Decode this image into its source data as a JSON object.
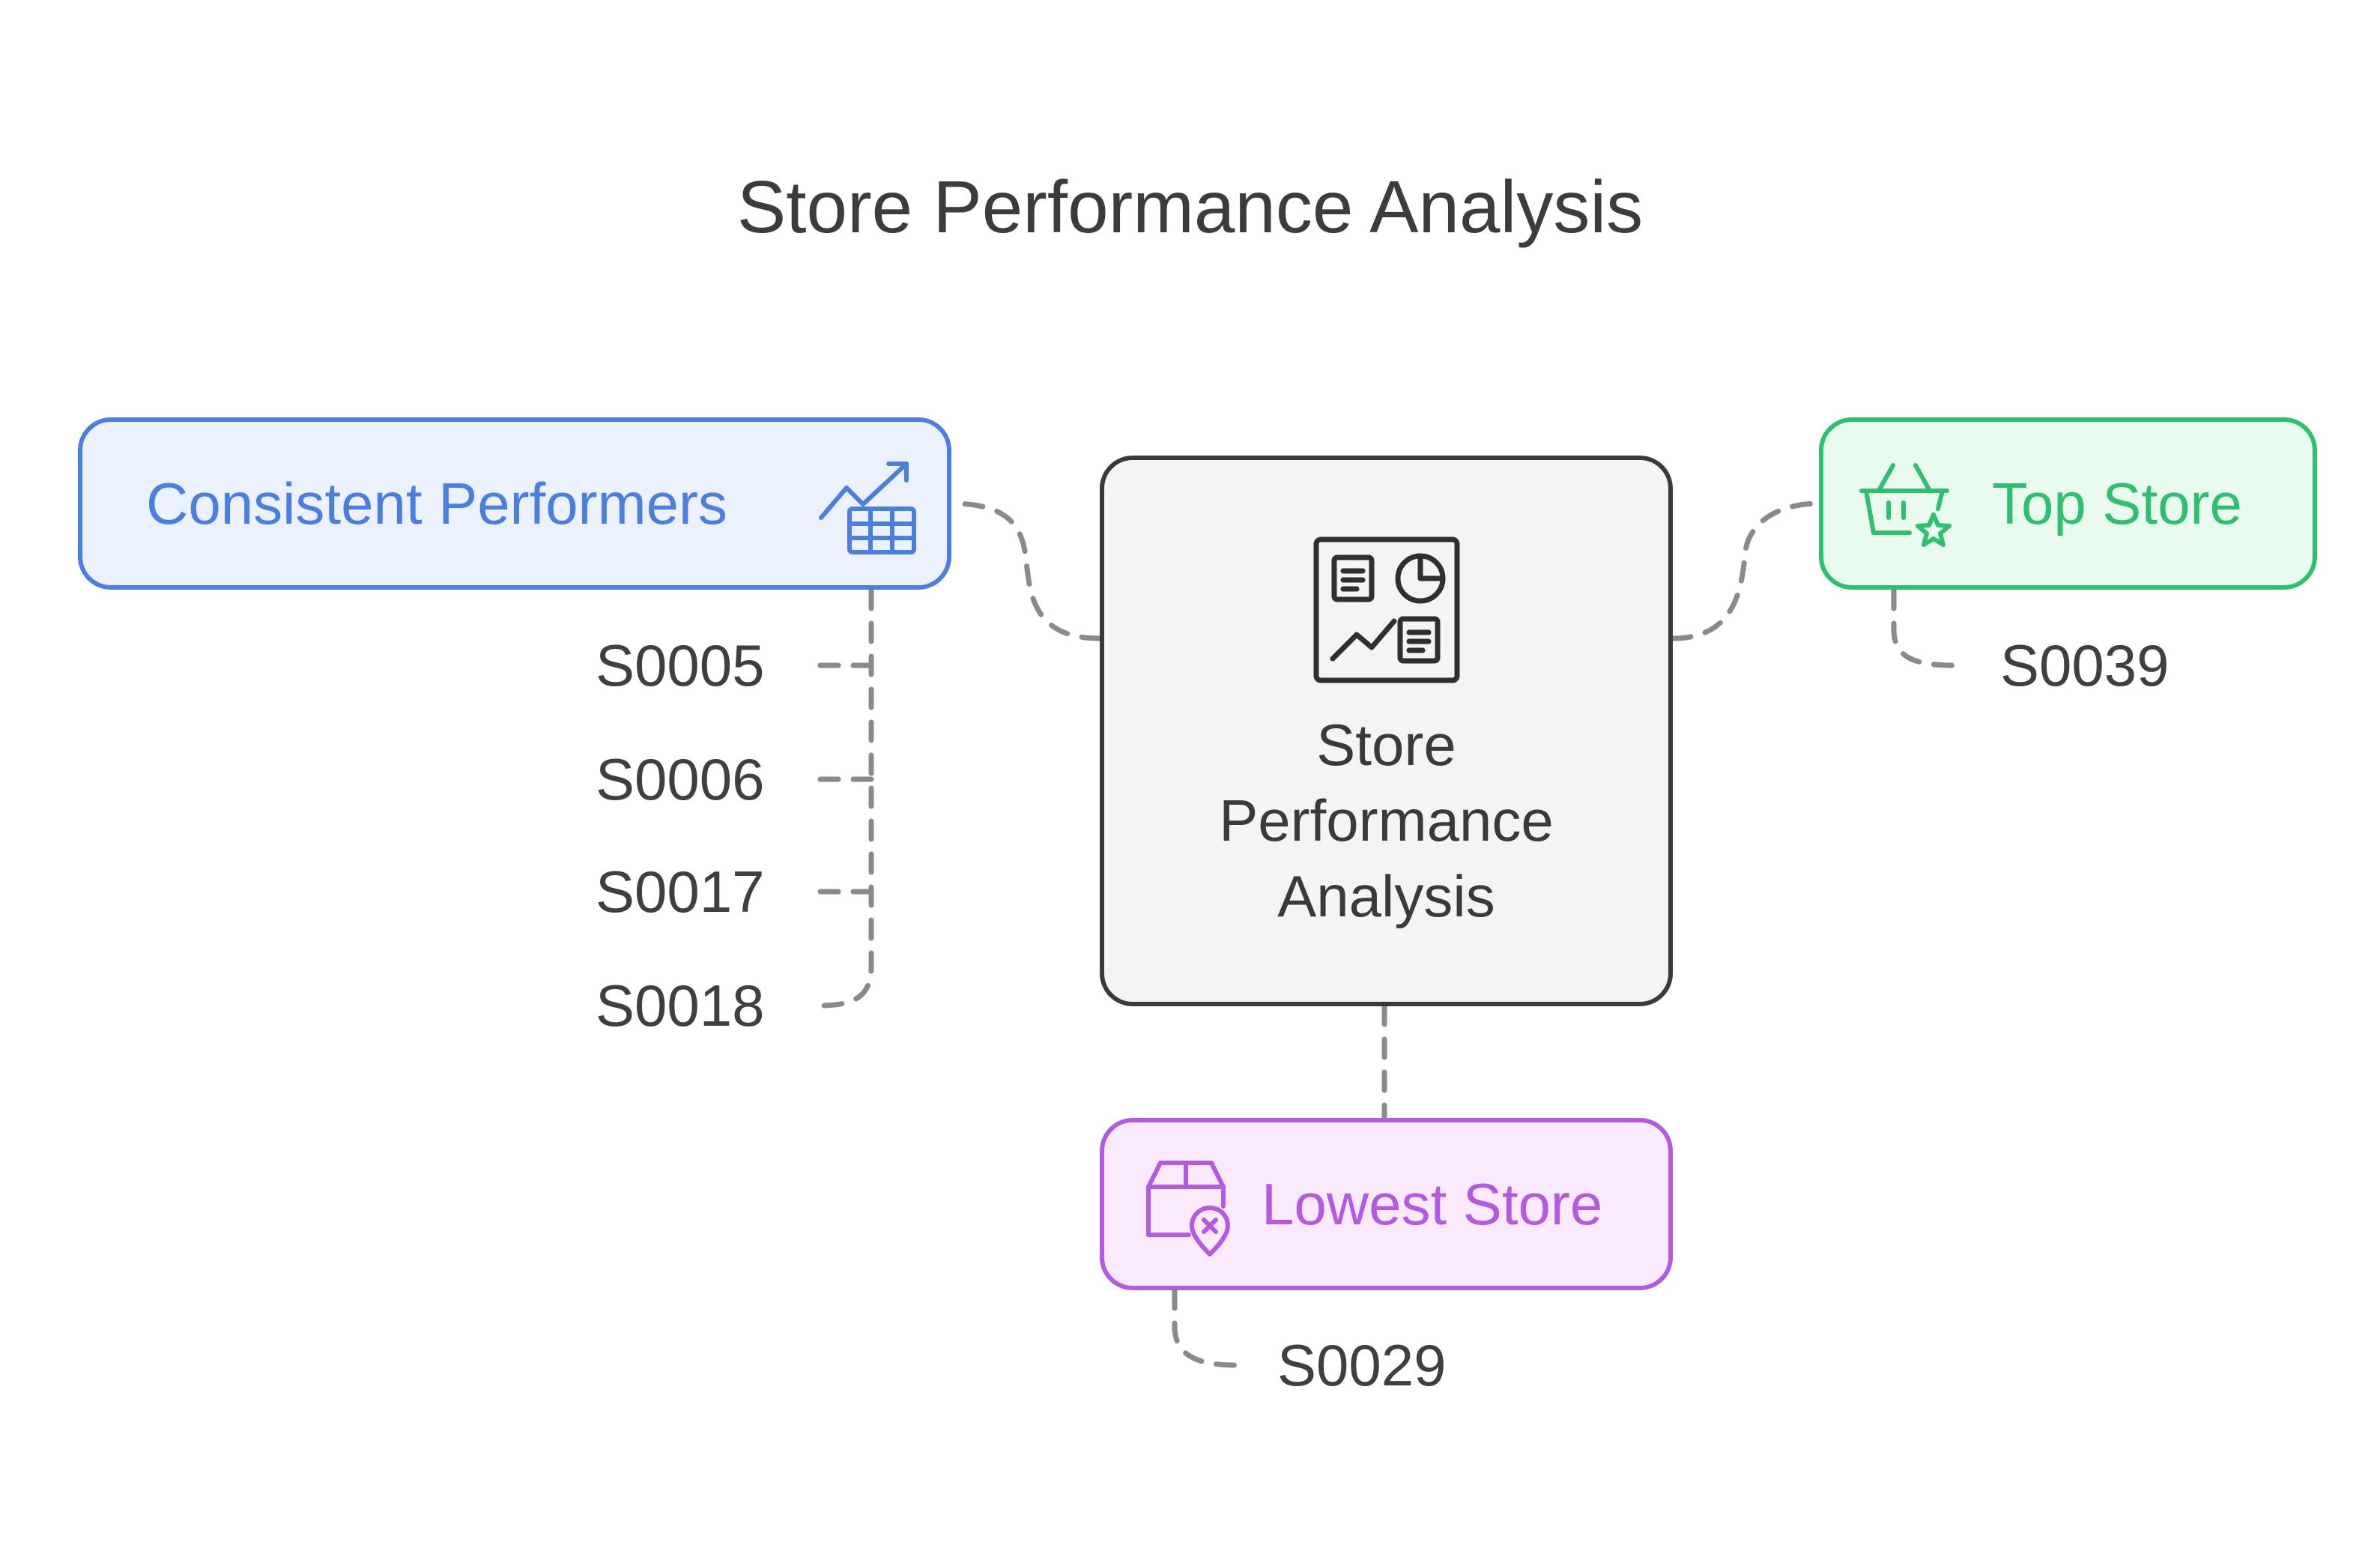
{
  "title": "Store Performance Analysis",
  "center": {
    "label_lines": [
      "Store",
      "Performance",
      "Analysis"
    ],
    "icon": "report-dashboard-icon",
    "border_color": "#3a3a3a",
    "fill_color": "#f4f4f4"
  },
  "branches": {
    "consistent": {
      "label": "Consistent Performers",
      "icon": "growth-chart-icon",
      "color": "#4a7fe0",
      "fill": "#ebf2fe",
      "items": [
        "S0005",
        "S0006",
        "S0017",
        "S0018"
      ]
    },
    "top": {
      "label": "Top Store",
      "icon": "shopping-basket-star-icon",
      "color": "#2fbf71",
      "fill": "#e9faef",
      "items": [
        "S0039"
      ]
    },
    "lowest": {
      "label": "Lowest Store",
      "icon": "store-cancel-icon",
      "color": "#b45ae0",
      "fill": "#f9ebfd",
      "items": [
        "S0029"
      ]
    }
  },
  "connector_color": "#8a8a8a"
}
